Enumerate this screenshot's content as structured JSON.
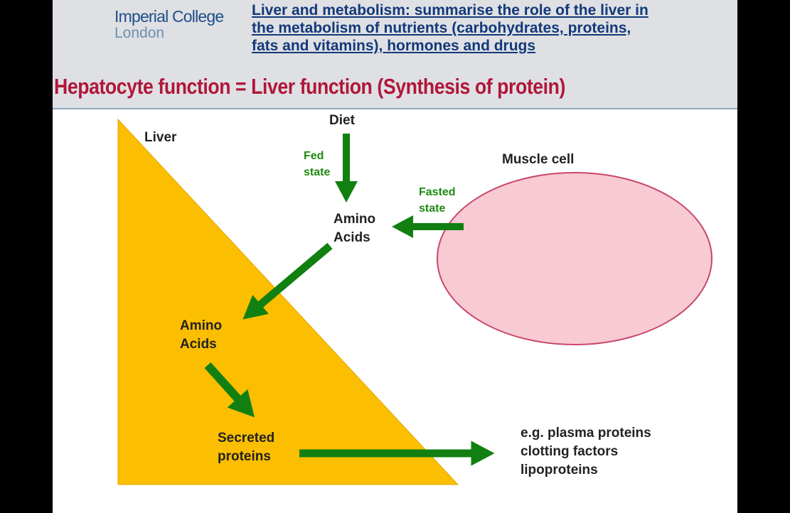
{
  "header": {
    "logo": {
      "line1": "Imperial College",
      "line2": "London"
    },
    "topic_lines": [
      "Liver and metabolism: summarise the role of the liver in",
      "the metabolism of nutrients (carbohydrates, proteins,",
      "fats and vitamins), hormones and drugs"
    ]
  },
  "title": "Hepatocyte function = Liver function  (Synthesis of protein)",
  "diagram": {
    "liver_label": "Liver",
    "diet_label": "Diet",
    "fed_state": [
      "Fed",
      "state"
    ],
    "fasted_state": [
      "Fasted",
      "state"
    ],
    "muscle_label": "Muscle cell",
    "amino_acids_top": [
      "Amino",
      "Acids"
    ],
    "amino_acids_liver": [
      "Amino",
      "Acids"
    ],
    "secreted_proteins": [
      "Secreted",
      "proteins"
    ],
    "examples": [
      "e.g. plasma proteins",
      "clotting factors",
      "lipoproteins"
    ]
  },
  "colors": {
    "liver_fill": "#fcbe00",
    "muscle_fill": "#f8cad4",
    "muscle_stroke": "#c8486a",
    "arrow": "#118011",
    "title": "#b0173a",
    "topic": "#12397a",
    "header_bg": "#dfe0e4"
  }
}
